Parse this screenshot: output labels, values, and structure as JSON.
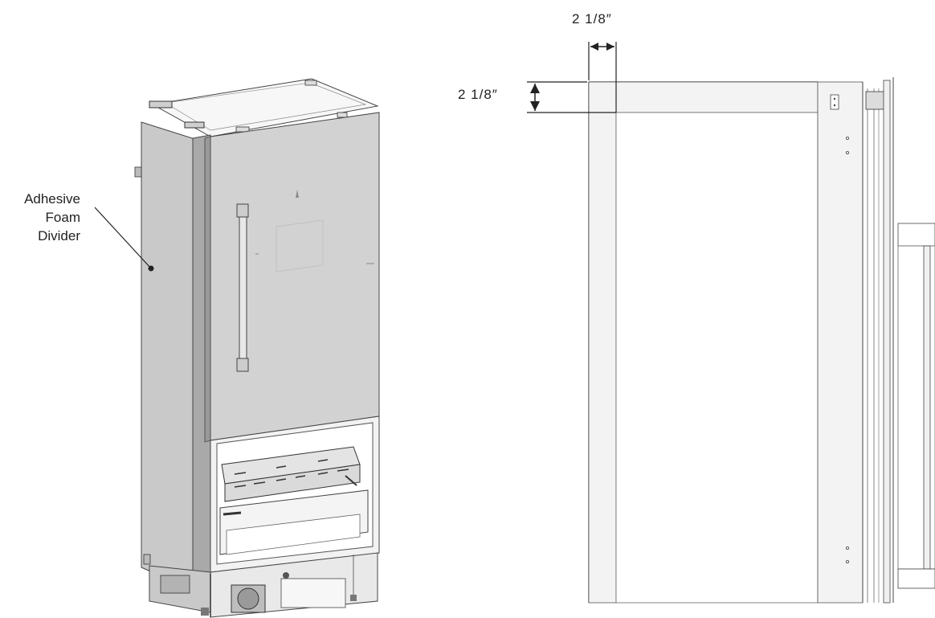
{
  "callout": {
    "line1": "Adhesive",
    "line2": "Foam",
    "line3": "Divider"
  },
  "dimensions": {
    "horizontal_reveal": "2 1/8″",
    "vertical_reveal": "2 1/8″"
  }
}
